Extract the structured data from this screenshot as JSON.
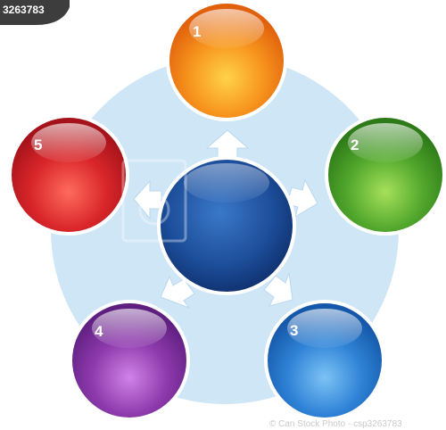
{
  "watermark": {
    "id_text": "3263783",
    "footer_text": "© Can Stock Photo - csp3263783"
  },
  "hub": {
    "color": "#1d4f9c"
  },
  "background_color": "#cfe6f7",
  "spheres": [
    {
      "number": "1",
      "color": "#f7941d"
    },
    {
      "number": "2",
      "color": "#52a82d"
    },
    {
      "number": "3",
      "color": "#2e82d6"
    },
    {
      "number": "4",
      "color": "#8e3aad"
    },
    {
      "number": "5",
      "color": "#d9262a"
    }
  ]
}
